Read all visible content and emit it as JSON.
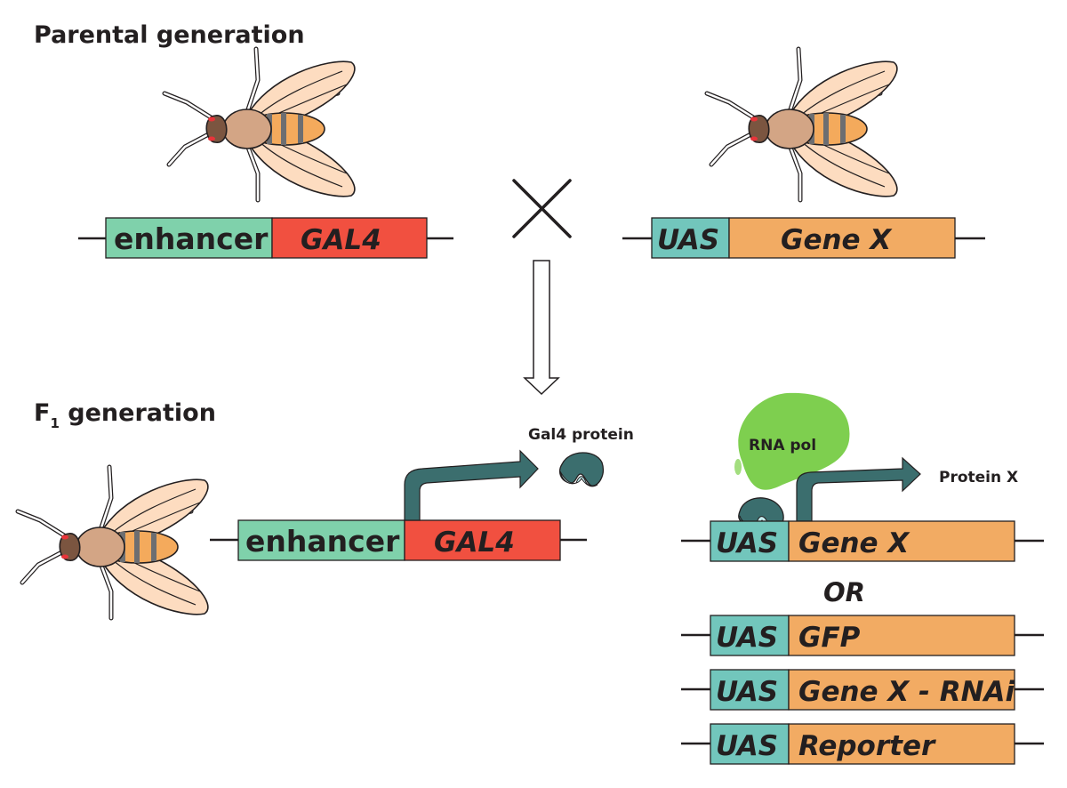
{
  "titles": {
    "parental": "Parental generation",
    "f1_prefix": "F",
    "f1_sub": "1",
    "f1_suffix": " generation"
  },
  "parental": {
    "left_construct": {
      "segments": [
        "enhancer",
        "GAL4"
      ]
    },
    "right_construct": {
      "segments": [
        "UAS",
        "Gene X"
      ]
    },
    "cross_symbol": "cross-icon"
  },
  "f1": {
    "driver_construct": {
      "segments": [
        "enhancer",
        "GAL4"
      ]
    },
    "gal4_label": "Gal4 protein",
    "rna_pol_label": "RNA pol",
    "protein_x_label": "Protein X",
    "responder_construct": {
      "segments": [
        "UAS",
        "Gene X"
      ]
    },
    "or_label": "OR",
    "alternatives": [
      {
        "segments": [
          "UAS",
          "GFP"
        ]
      },
      {
        "segments": [
          "UAS",
          "Gene X - RNAi"
        ]
      },
      {
        "segments": [
          "UAS",
          "Reporter"
        ]
      }
    ]
  },
  "colors": {
    "enhancer": "#7fd1ab",
    "gal4": "#f15040",
    "uas": "#72c6bc",
    "gene": "#f2ab63",
    "arrow": "#3b6e6e",
    "rna_pol": "#7ecf4f",
    "fly_wing": "#fddcc0",
    "fly_thorax": "#d3a585",
    "fly_head": "#7b5540",
    "fly_abdomen": "#f4aa5c"
  }
}
